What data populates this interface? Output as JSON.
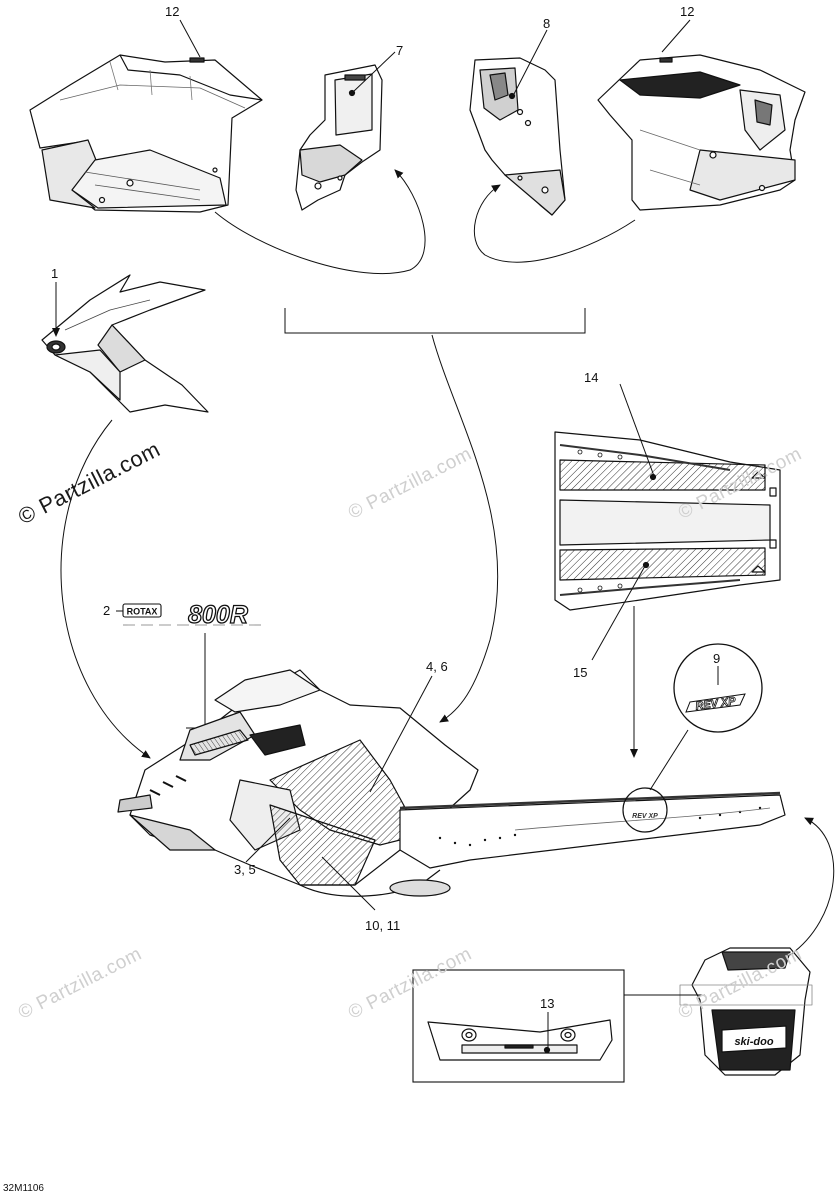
{
  "watermark_main": "© Partzilla.com",
  "watermark_faint": "© Partzilla.com",
  "figure_code": "32M1106",
  "callouts": {
    "c1": "1",
    "c2": "2",
    "c3_5": "3, 5",
    "c4_6": "4, 6",
    "c7": "7",
    "c8": "8",
    "c9": "9",
    "c10_11": "10, 11",
    "c12_left": "12",
    "c12_right": "12",
    "c13": "13",
    "c14": "14",
    "c15": "15"
  },
  "decals": {
    "rotax_word": "ROTAX",
    "rotax_model": "800R",
    "xp_badge": "REV XP",
    "rear_brand": "ski-doo"
  }
}
